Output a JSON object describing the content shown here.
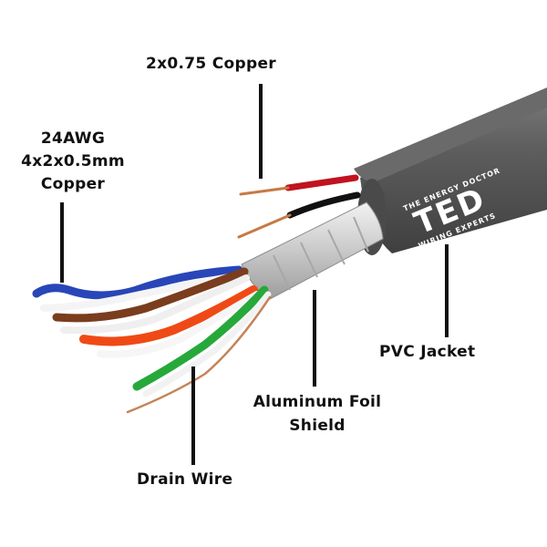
{
  "labels": {
    "copper_pair": "2x0.75 Copper",
    "awg_line1": "24AWG",
    "awg_line2": "4x2x0.5mm",
    "awg_line3": "Copper",
    "pvc_jacket": "PVC Jacket",
    "foil_line1": "Aluminum Foil",
    "foil_line2": "Shield",
    "drain_wire": "Drain Wire"
  },
  "brand": {
    "name": "TED",
    "tagline_top": "THE ENERGY DOCTOR",
    "tagline_bottom": "WIRING EXPERTS"
  },
  "colors": {
    "jacket": "#5b5b5b",
    "foil": "#d4d4d4",
    "red_wire": "#c1121f",
    "copper": "#c77a45",
    "orange_pair": "#ef4a16",
    "green_pair": "#27a83a",
    "brown_pair": "#7a3d1d",
    "blue_pair": "#2846b8"
  }
}
